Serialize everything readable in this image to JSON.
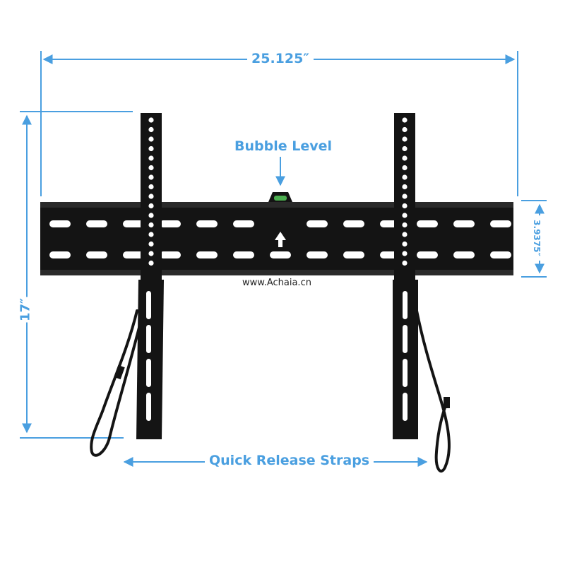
{
  "dimensions": {
    "width_label": "25.125″",
    "height_label": "17″",
    "depth_label": "3.9375″"
  },
  "callouts": {
    "bubble_level": "Bubble Level",
    "quick_release_straps": "Quick Release Straps"
  },
  "watermark": "www.Achaia.cn",
  "colors": {
    "annotation": "#4a9fe0",
    "bracket": "#141414",
    "bubble_level": "#4caf50",
    "background": "#ffffff"
  }
}
